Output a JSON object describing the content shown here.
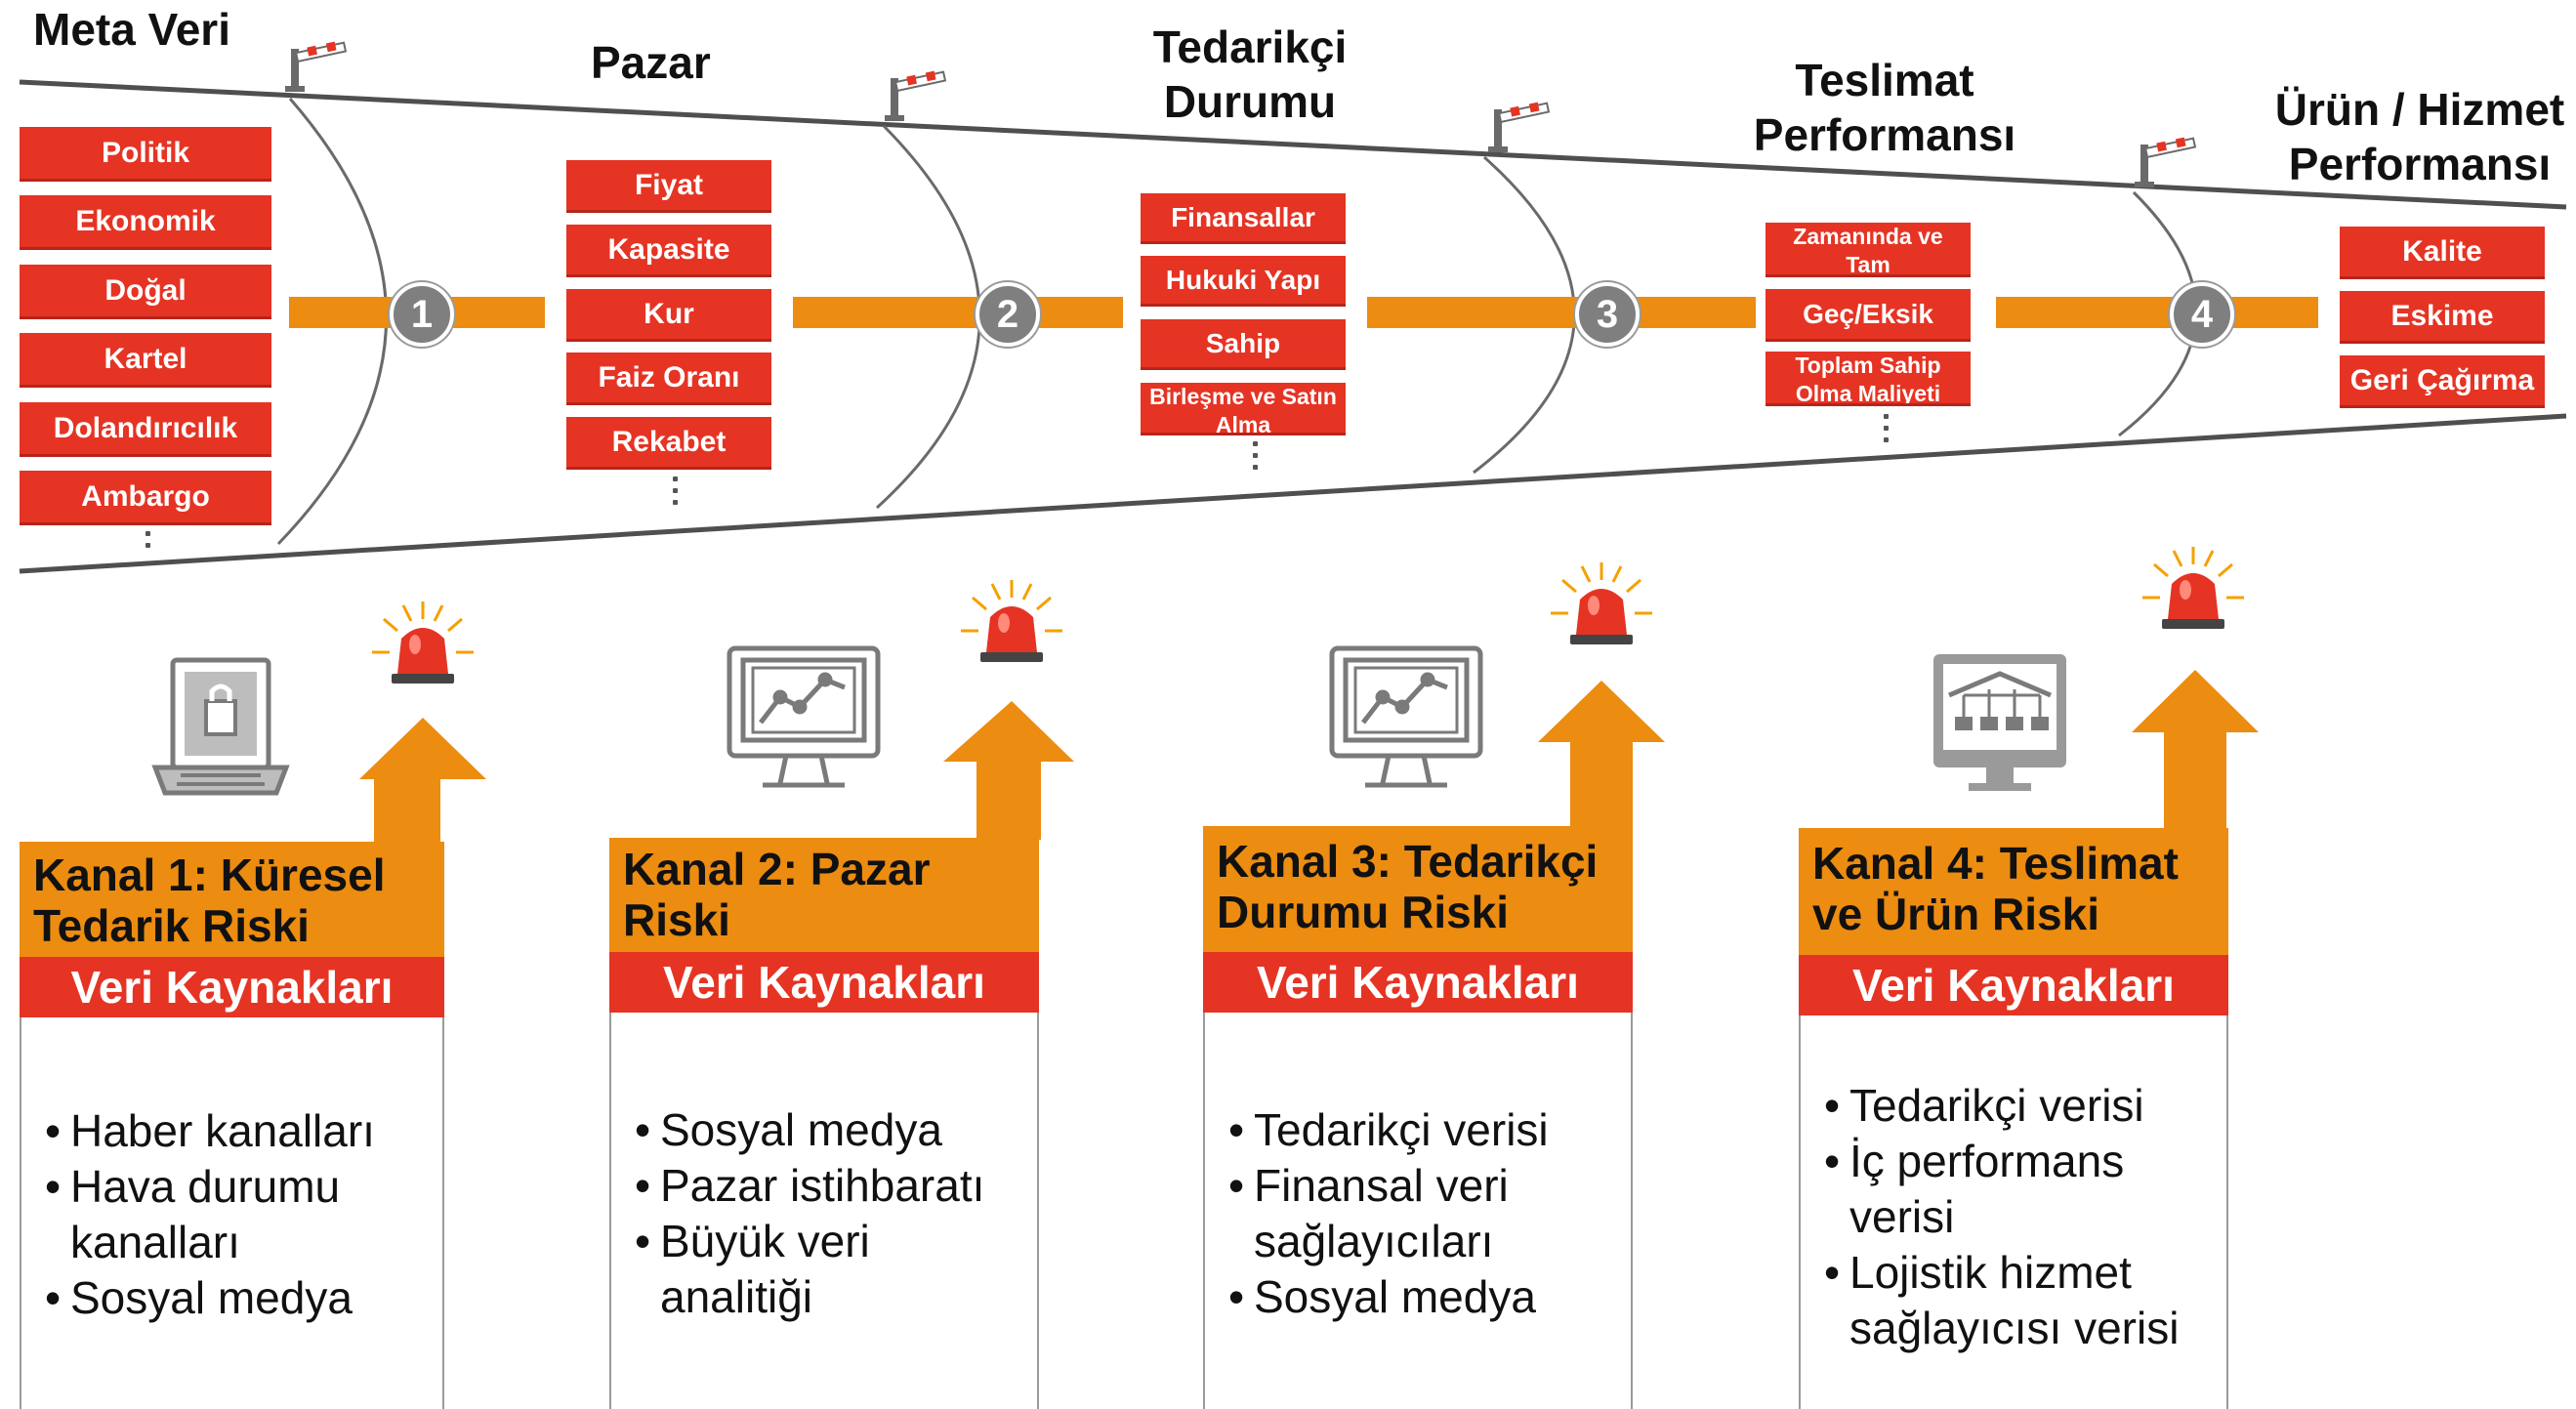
{
  "stages": [
    {
      "title": "Meta Veri",
      "tags": [
        "Politik",
        "Ekonomik",
        "Doğal",
        "Kartel",
        "Dolandırıcılık",
        "Ambargo"
      ]
    },
    {
      "title": "Pazar",
      "tags": [
        "Fiyat",
        "Kapasite",
        "Kur",
        "Faiz Oranı",
        "Rekabet"
      ]
    },
    {
      "title_line1": "Tedarikçi",
      "title_line2": "Durumu",
      "tags": [
        "Finansallar",
        "Hukuki Yapı",
        "Sahip",
        "Birleşme ve Satın Alma"
      ]
    },
    {
      "title_line1": "Teslimat",
      "title_line2": "Performansı",
      "tags": [
        "Zamanında ve Tam",
        "Geç/Eksik",
        "Toplam Sahip Olma Maliyeti"
      ]
    },
    {
      "title_line1": "Ürün / Hizmet",
      "title_line2": "Performansı",
      "tags": [
        "Kalite",
        "Eskime",
        "Geri Çağırma"
      ]
    }
  ],
  "gates": [
    "1",
    "2",
    "3",
    "4"
  ],
  "channels": [
    {
      "title_line1": "Kanal 1: Küresel",
      "title_line2": "Tedarik Riski",
      "subtitle": "Veri Kaynakları",
      "sources": [
        "Haber kanalları",
        "Hava durumu kanalları",
        "Sosyal medya"
      ],
      "icon": "laptop-lock-icon"
    },
    {
      "title_line1": "Kanal 2: Pazar",
      "title_line2": "Riski",
      "subtitle": "Veri Kaynakları",
      "sources": [
        "Sosyal medya",
        "Pazar istihbaratı",
        "Büyük veri analitiği"
      ],
      "icon": "monitor-analytics-icon"
    },
    {
      "title_line1": "Kanal 3: Tedarikçi",
      "title_line2": "Durumu Riski",
      "subtitle": "Veri Kaynakları",
      "sources": [
        "Tedarikçi verisi",
        "Finansal veri sağlayıcıları",
        "Sosyal medya"
      ],
      "icon": "monitor-analytics-icon"
    },
    {
      "title_line1": "Kanal 4: Teslimat",
      "title_line2": "ve Ürün Riski",
      "subtitle": "Veri Kaynakları",
      "sources": [
        "Tedarikçi verisi",
        "İç performans verisi",
        "Lojistik hizmet sağlayıcısı verisi"
      ],
      "icon": "monitor-warehouse-icon"
    }
  ],
  "colors": {
    "red": "#e53424",
    "orange": "#ec8c10",
    "gray": "#7f7f7f",
    "line": "#555555"
  }
}
